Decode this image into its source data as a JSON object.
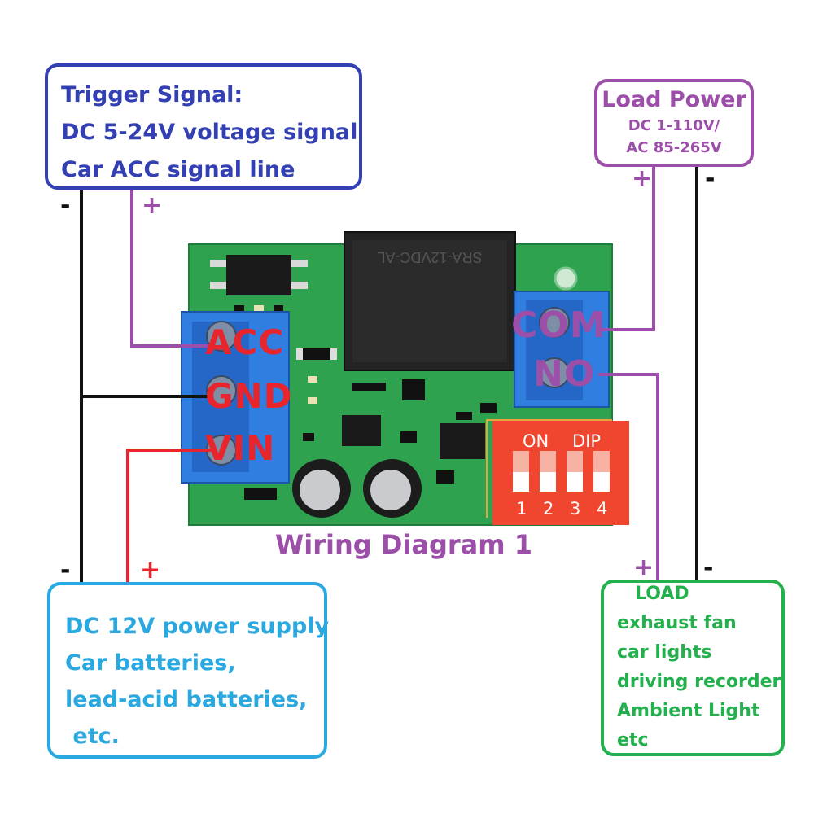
{
  "trigger": {
    "lines": [
      "Trigger Signal:",
      "DC 5-24V voltage signal",
      "Car ACC signal line"
    ],
    "minus": "-",
    "plus": "+"
  },
  "load_power": {
    "title": "Load Power",
    "lines": [
      "DC 1-110V/",
      "AC 85-265V"
    ],
    "plus": "+",
    "minus": "-"
  },
  "power_supply": {
    "lines": [
      "DC 12V power supply",
      "Car batteries,",
      "lead-acid batteries,",
      " etc."
    ],
    "minus": "-",
    "plus": "+"
  },
  "load": {
    "title": "LOAD",
    "lines": [
      "exhaust fan",
      "car lights",
      "driving recorder",
      "Ambient Light",
      "etc"
    ],
    "plus": "+",
    "minus": "-"
  },
  "board": {
    "terminals_left": [
      "ACC",
      "GND",
      "VIN"
    ],
    "terminals_right": [
      "COM",
      "NO"
    ],
    "dip_on": "ON",
    "dip_label": "DIP",
    "dip_numbers": [
      "1",
      "2",
      "3",
      "4"
    ],
    "relay_text": "SRA-12VDC-AL"
  },
  "caption": "Wiring Diagram 1",
  "colors": {
    "trigger": "#3340b3",
    "load_power": "#9c4fa8",
    "power_supply": "#2aa9e0",
    "load": "#22b14c",
    "terminal_label": "#e8242c",
    "wire_black": "#111111",
    "wire_red": "#e8242c",
    "wire_purple": "#9c4fa8",
    "pcb_green": "#2fa24f",
    "terminal_blue": "#2f7ee0",
    "dip_red": "#f0452e"
  }
}
